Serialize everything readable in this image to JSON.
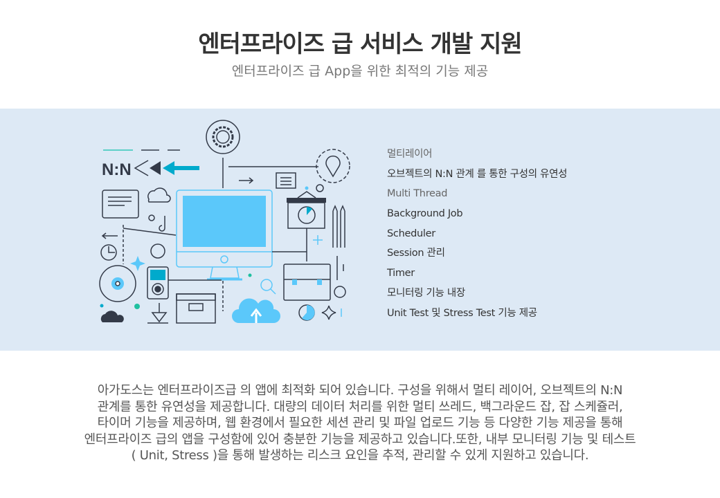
{
  "header": {
    "title": "엔터프라이즈 급 서비스 개발 지원",
    "subtitle": "엔터프라이즈 급 App을 위한 최적의 기능 제공"
  },
  "illustration": {
    "label": "N:N"
  },
  "features": [
    "멀티레이어",
    "오브젝트의 N:N 관계 를 통한 구성의 유연성",
    "Multi Thread",
    "Background Job",
    "Scheduler",
    "Session 관리",
    "Timer",
    "모니터링 기능 내장",
    "Unit Test 및 Stress Test 기능 제공"
  ],
  "description": [
    "아가도스는 엔터프라이즈급  의 앱에 최적화 되어 있습니다. 구성을 위해서  멀티 레이어, 오브젝트의 N:N",
    "관계를 통한 유연성을 제공합니다. 대량의 데이터 처리를 위한  멀티 쓰레드, 백그라운드 잡, 잡 스케쥴러,",
    "타이머 기능을 제공하며, 웹 환경에서 필요한 세션 관리 및 파일 업로드 기능 등 다양한 기능 제공을 통해",
    "엔터프라이즈 급의 앱을 구성함에 있어  충분한 기능을 제공하고 있습니다.또한, 내부 모니터링 기능 및 테스트",
    "( Unit, Stress )을 통해 발생하는 리스크 요인을 추적, 관리할 수 있게 지원하고 있습니다."
  ],
  "colors": {
    "band": "#dde9f5",
    "accent": "#5bc8fa",
    "teal": "#00aacc",
    "dark": "#333a48"
  }
}
